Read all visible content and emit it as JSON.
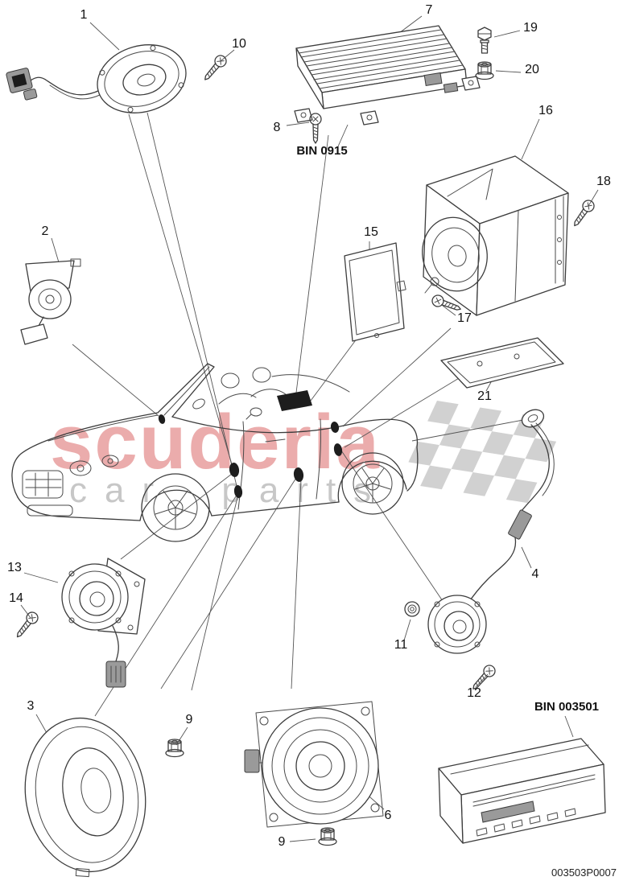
{
  "watermark": {
    "brand": "scuderia",
    "tagline": "car parts",
    "brand_color": "#d95c5c",
    "flag_color": "#9a9a9a"
  },
  "labels": {
    "bin_amplifier": "BIN 0915",
    "bin_head_unit": "BIN 003501",
    "drawing_number": "003503P0007"
  },
  "callouts": {
    "c1": "1",
    "c2": "2",
    "c3": "3",
    "c4": "4",
    "c6": "6",
    "c7": "7",
    "c8": "8",
    "c9a": "9",
    "c9b": "9",
    "c10": "10",
    "c11": "11",
    "c12": "12",
    "c13": "13",
    "c14": "14",
    "c15": "15",
    "c16": "16",
    "c17": "17",
    "c18": "18",
    "c19": "19",
    "c20": "20",
    "c21": "21"
  }
}
